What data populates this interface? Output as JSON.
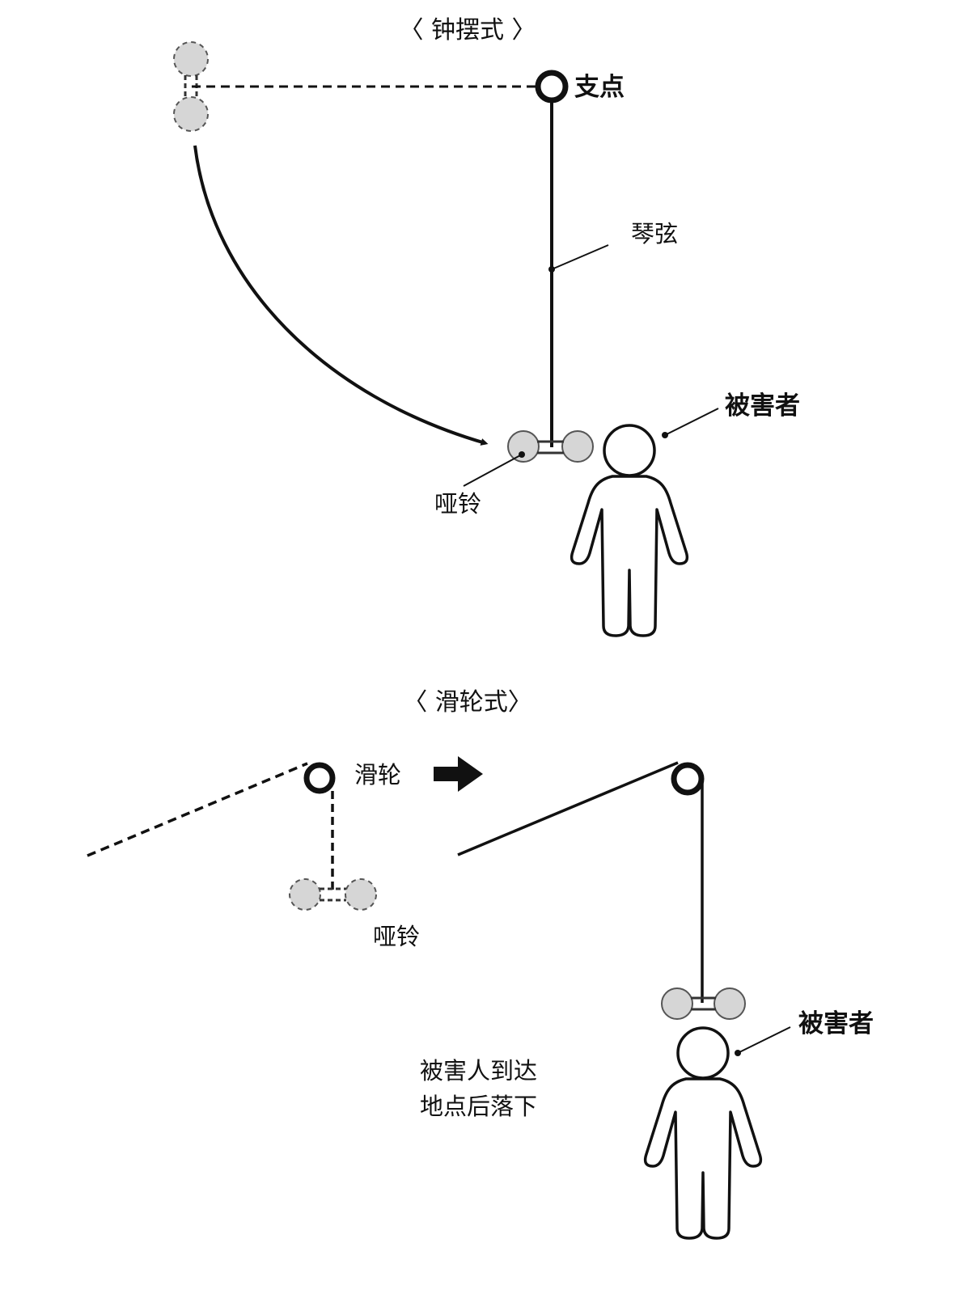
{
  "pendulum": {
    "title": "〈 钟摆式 〉",
    "fulcrum_label": "支点",
    "string_label": "琴弦",
    "victim_label": "被害者",
    "dumbbell_label": "哑铃"
  },
  "pulley": {
    "title": "〈 滑轮式〉",
    "pulley_label": "滑轮",
    "dumbbell_label": "哑铃",
    "victim_label": "被害者",
    "caption_line1": "被害人到达",
    "caption_line2": "地点后落下"
  },
  "colors": {
    "line": "#111111",
    "dumbbell_fill": "#d6d6d6",
    "dumbbell_stroke": "#555555"
  }
}
